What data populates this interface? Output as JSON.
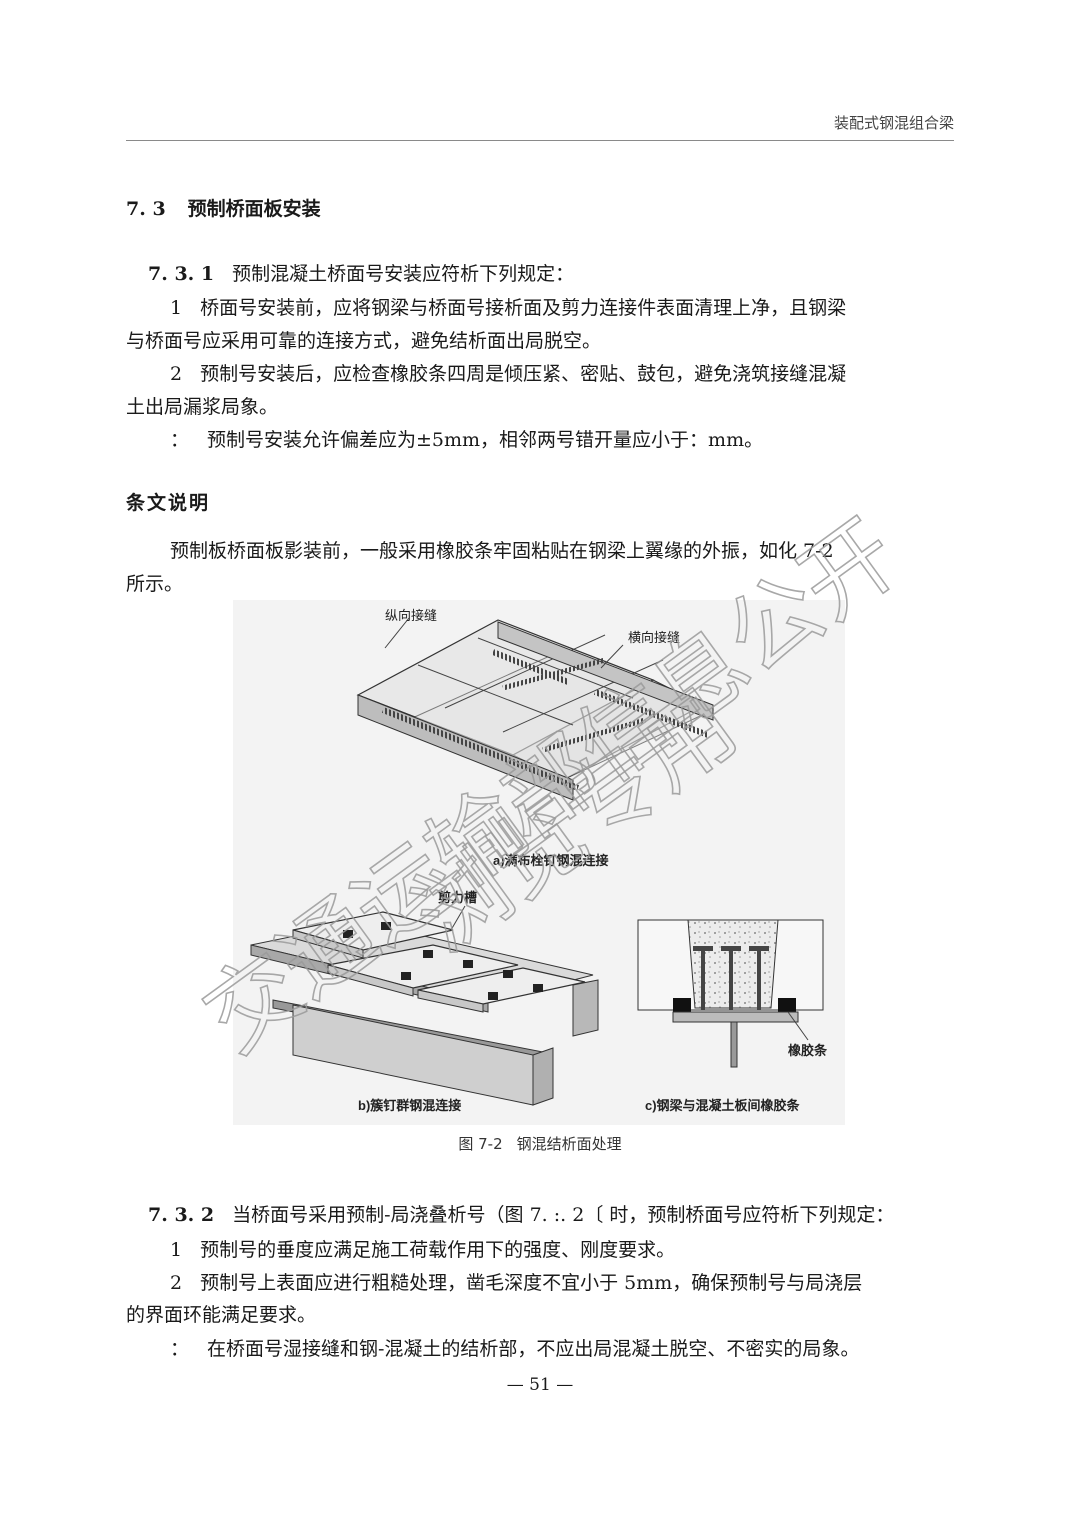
{
  "header": {
    "title": "装配式钢混组合梁"
  },
  "section": {
    "number": "7. 3",
    "title": "预制桥面板安装"
  },
  "clause_731": {
    "number": "7. 3. 1",
    "title": "预制混凝土桥面号安装应符析下列规定：",
    "items": [
      {
        "index": "1",
        "line1": "桥面号安装前，应将钢梁与桥面号接析面及剪力连接件表面清理上净，且钢梁",
        "line2": "与桥面号应采用可靠的连接方式，避免结析面出局脱空。"
      },
      {
        "index": "2",
        "line1": "预制号安装后，应检查橡胶条四周是倾压紧、密贴、鼓包，避免浇筑接缝混凝",
        "line2": "土出局漏浆局象。"
      },
      {
        "index": "：",
        "line1": "预制号安装允许偏差应为±5mm，相邻两号错开量应小于：mm。"
      }
    ]
  },
  "explanation": {
    "heading": "条文说明",
    "line1": "预制板桥面板影装前，一般采用橡胶条牢固粘贴在钢梁上翼缘的外振，如化 7-2",
    "line2": "所示。"
  },
  "figure": {
    "labels": {
      "longitudinal_joint": "纵向接缝",
      "transverse_joint": "横向接缝",
      "sub_a": "a)满布栓钉钢混连接",
      "shear_groove": "剪力槽",
      "sub_b": "b)簇钉群钢混连接",
      "rubber_strip": "橡胶条",
      "sub_c": "c)钢梁与混凝土板间橡胶条"
    },
    "caption_number": "图 7-2",
    "caption_title": "钢混结析面处理"
  },
  "clause_732": {
    "number": "7. 3. 2",
    "title": "当桥面号采用预制-局浇叠析号（图 7. :. 2〔 时，预制桥面号应符析下列规定：",
    "items": [
      {
        "index": "1",
        "line1": "预制号的垂度应满足施工荷载作用下的强度、刚度要求。"
      },
      {
        "index": "2",
        "line1": "预制号上表面应进行粗糙处理，凿毛深度不宜小于 5mm，确保预制号与局浇层",
        "line2": "的界面环能满足要求。"
      },
      {
        "index": "：",
        "line1": "在桥面号湿接缝和钢-混凝土的结析部，不应出局混凝土脱空、不密实的局象。"
      }
    ]
  },
  "page_number": "— 51 —",
  "watermark": {
    "line1": "交通运输部信息公开",
    "line2": "浏览专用"
  }
}
